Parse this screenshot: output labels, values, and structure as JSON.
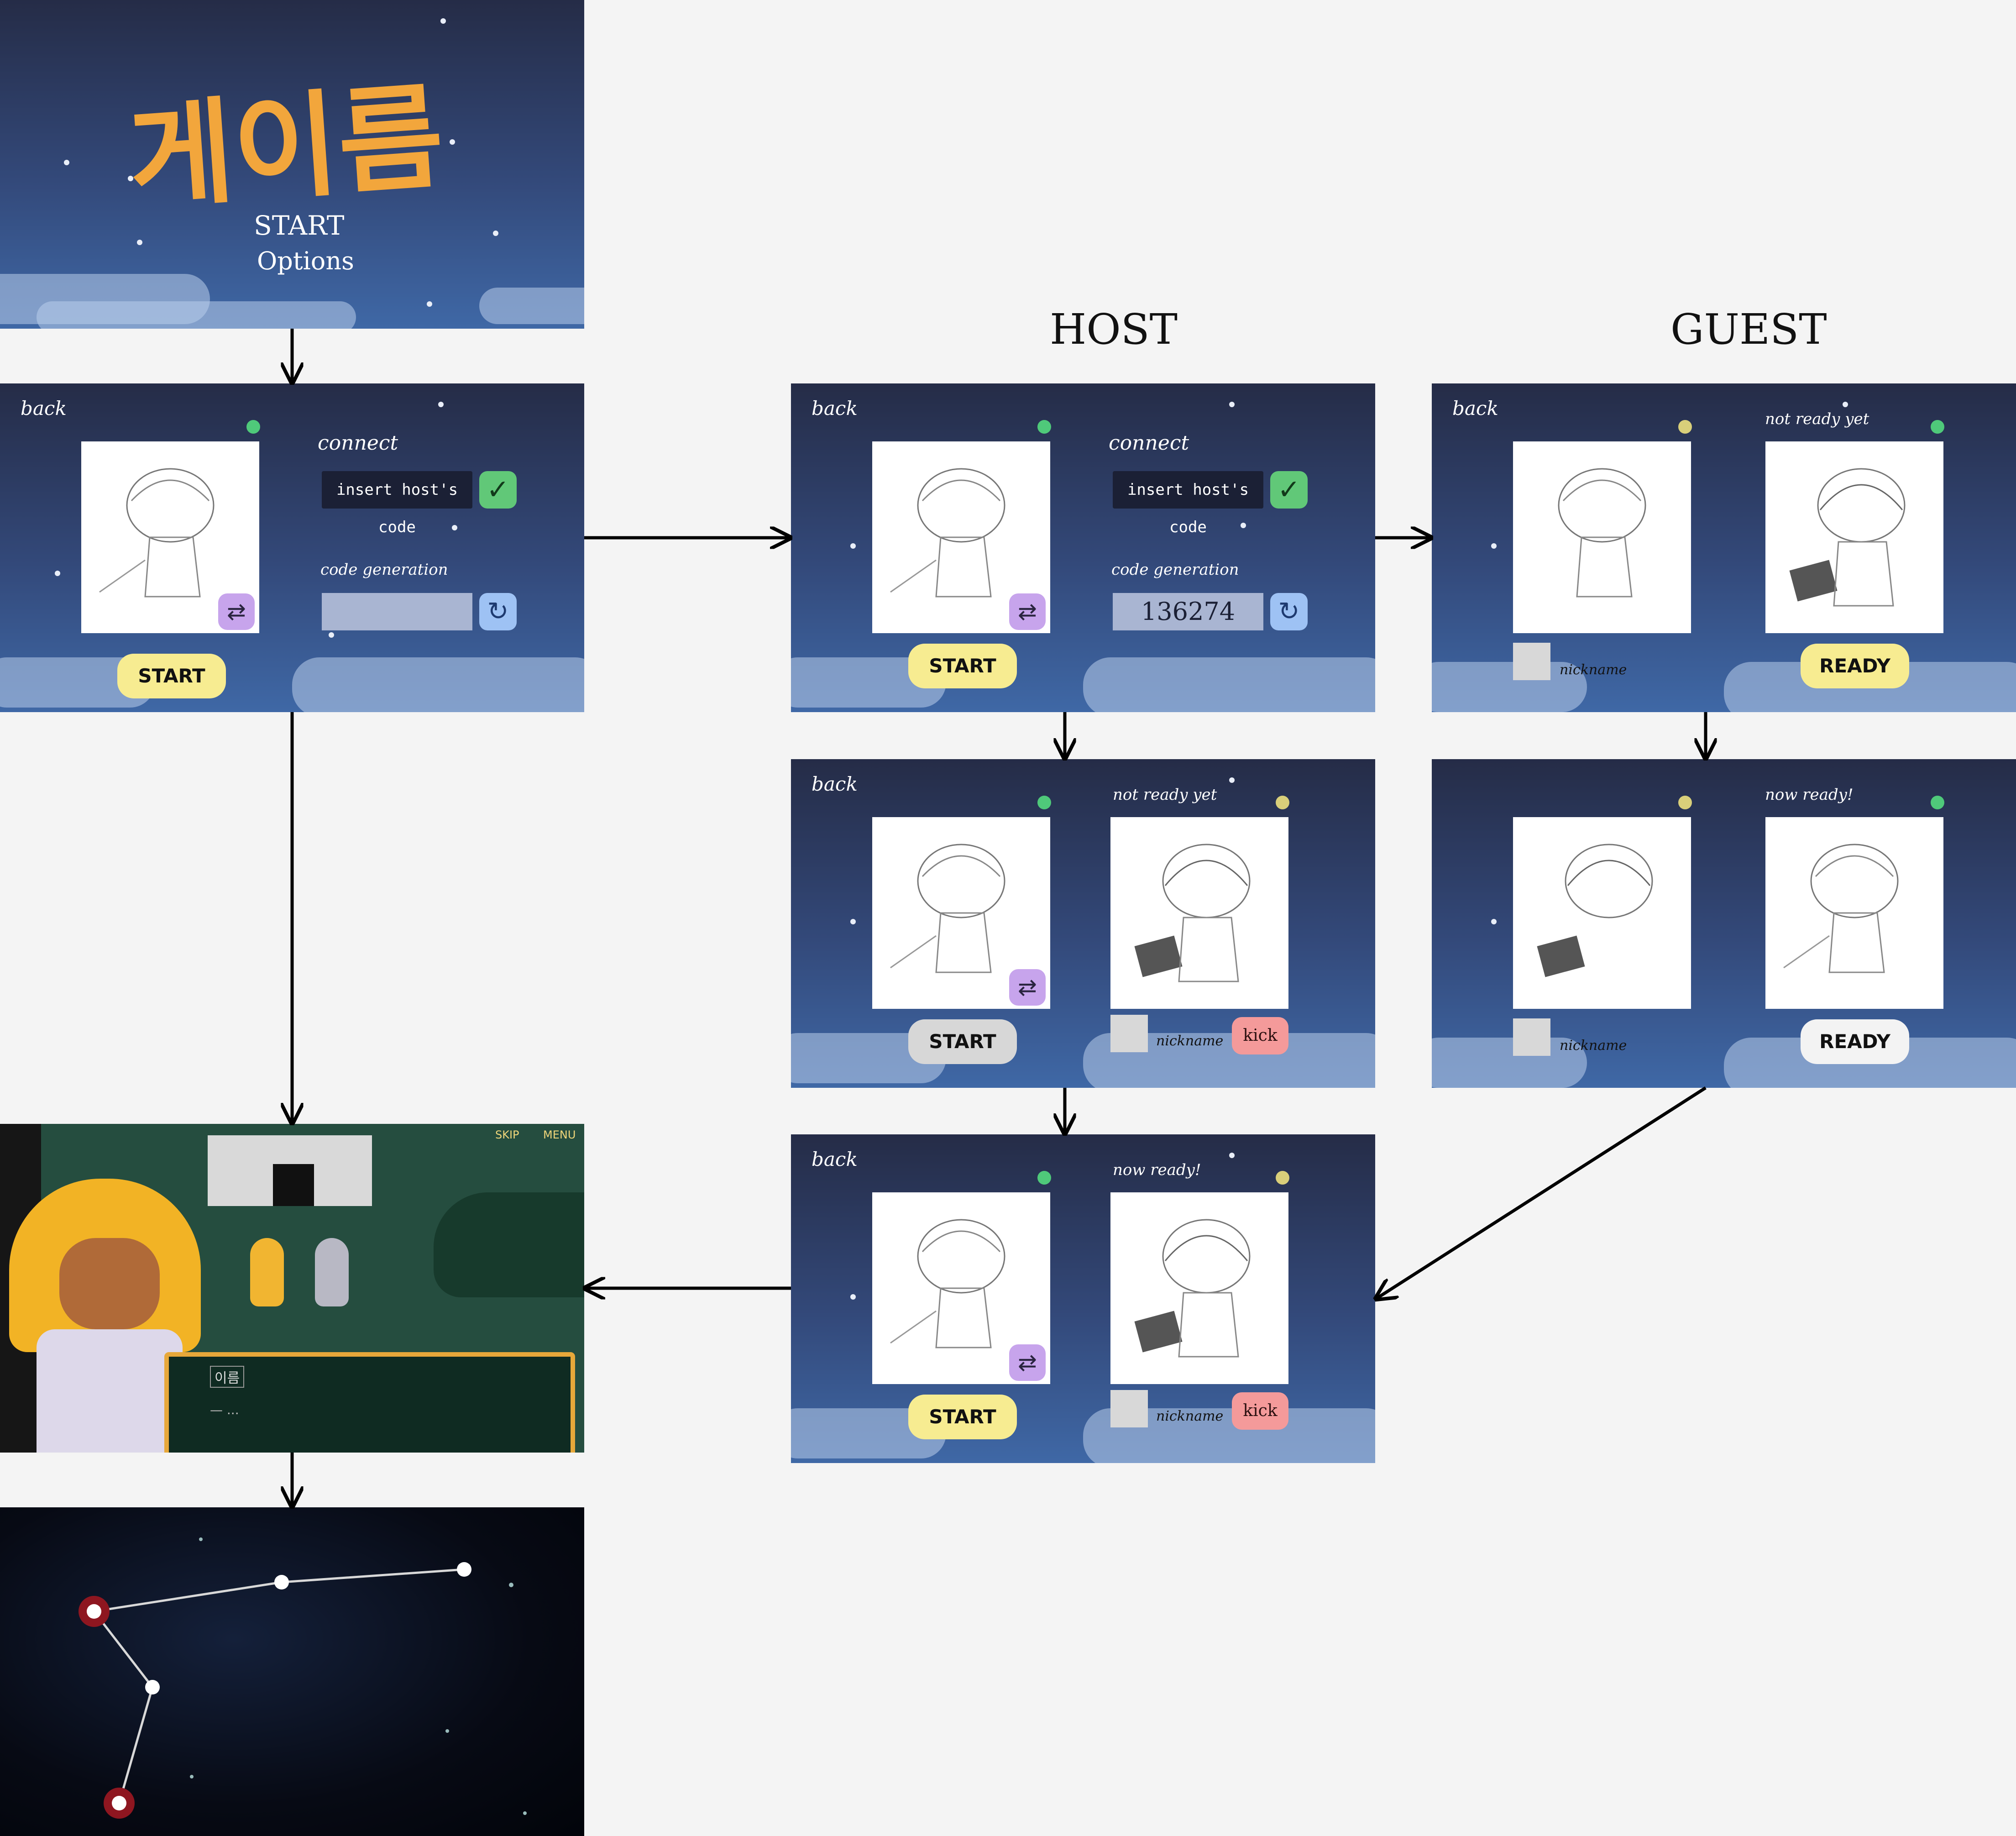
{
  "title_screen": {
    "game_title": "게이름",
    "menu_start": "START",
    "menu_options": "Options"
  },
  "columns": {
    "host": "HOST",
    "guest": "GUEST"
  },
  "lobby": {
    "back": "back",
    "connect": "connect",
    "host_code_placeholder": "insert host's code",
    "code_generation": "code generation",
    "generated_code": "136274",
    "start": "START",
    "ready": "READY",
    "not_ready": "not ready yet",
    "now_ready": "now ready!",
    "nickname": "nickname",
    "kick": "kick"
  },
  "game_scene": {
    "skip": "SKIP",
    "menu": "MENU",
    "dialog_name": "이름",
    "dialog_line": "— ..."
  },
  "colors": {
    "panel_dark": "#252c47",
    "panel_light": "#3f68a6",
    "title_orange": "#f2a63c",
    "status_green": "#4fc97a",
    "status_yellow": "#d9cf7a",
    "button_yellow": "#f7ec91",
    "kick_pink": "#f49a9a",
    "swap_purple": "#c7a4ec"
  }
}
